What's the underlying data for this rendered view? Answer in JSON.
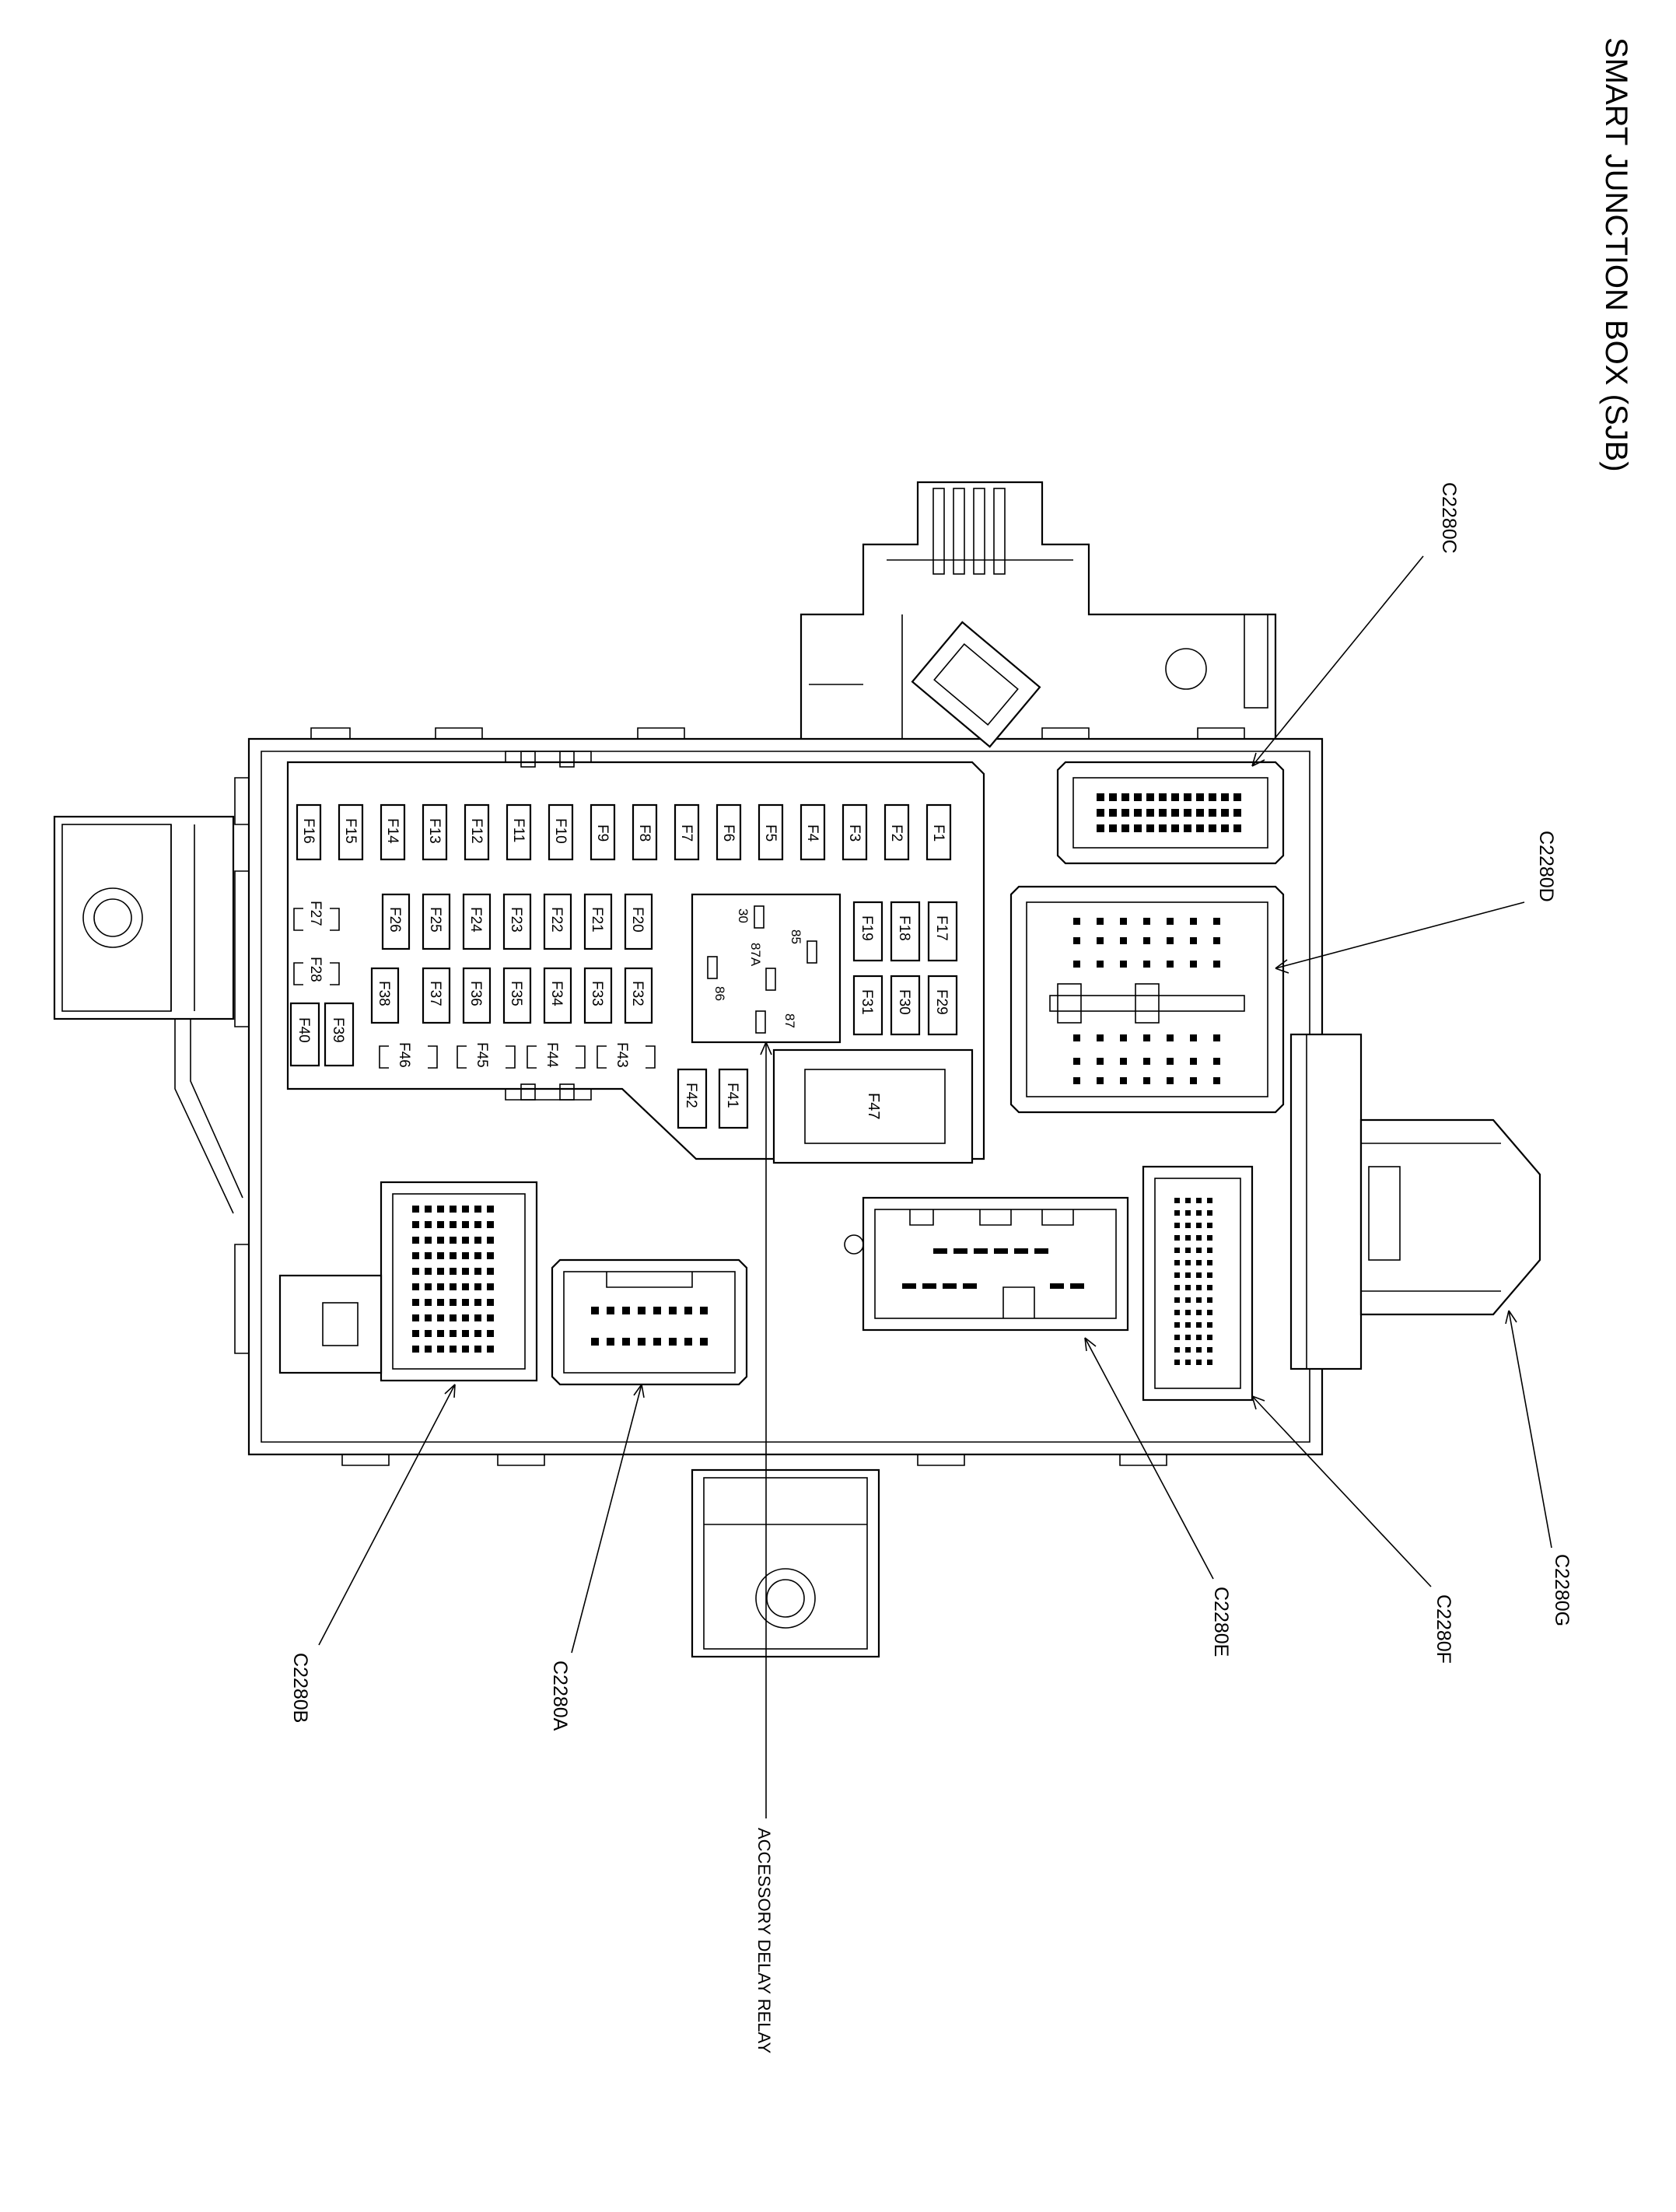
{
  "title": "SMART JUNCTION BOX (SJB)",
  "fuses": {
    "top_row": [
      "F16",
      "F15",
      "F14",
      "F13",
      "F12",
      "F11",
      "F10",
      "F9",
      "F8",
      "F7",
      "F6",
      "F5",
      "F4",
      "F3",
      "F2",
      "F1"
    ],
    "row2": [
      "F26",
      "F25",
      "F24",
      "F23",
      "F22",
      "F21",
      "F20"
    ],
    "row3": [
      "F38",
      "F37",
      "F36",
      "F35",
      "F34",
      "F33",
      "F32"
    ],
    "mini": [
      "F27",
      "F28",
      "F46",
      "F45",
      "F44",
      "F43"
    ],
    "small_left": [
      "F40",
      "F39"
    ],
    "right_col1": [
      "F19",
      "F31"
    ],
    "right_col2": [
      "F18",
      "F30"
    ],
    "right_col3": [
      "F17",
      "F29"
    ],
    "bottom": [
      "F42",
      "F41"
    ],
    "large": "F47"
  },
  "relay_pins": [
    "30",
    "85",
    "87A",
    "86",
    "87"
  ],
  "connectors": [
    "C2280C",
    "C2280D",
    "C2280E",
    "C2280F",
    "C2280G",
    "C2280B",
    "C2280A"
  ],
  "callout_relay": "ACCESSORY DELAY RELAY"
}
